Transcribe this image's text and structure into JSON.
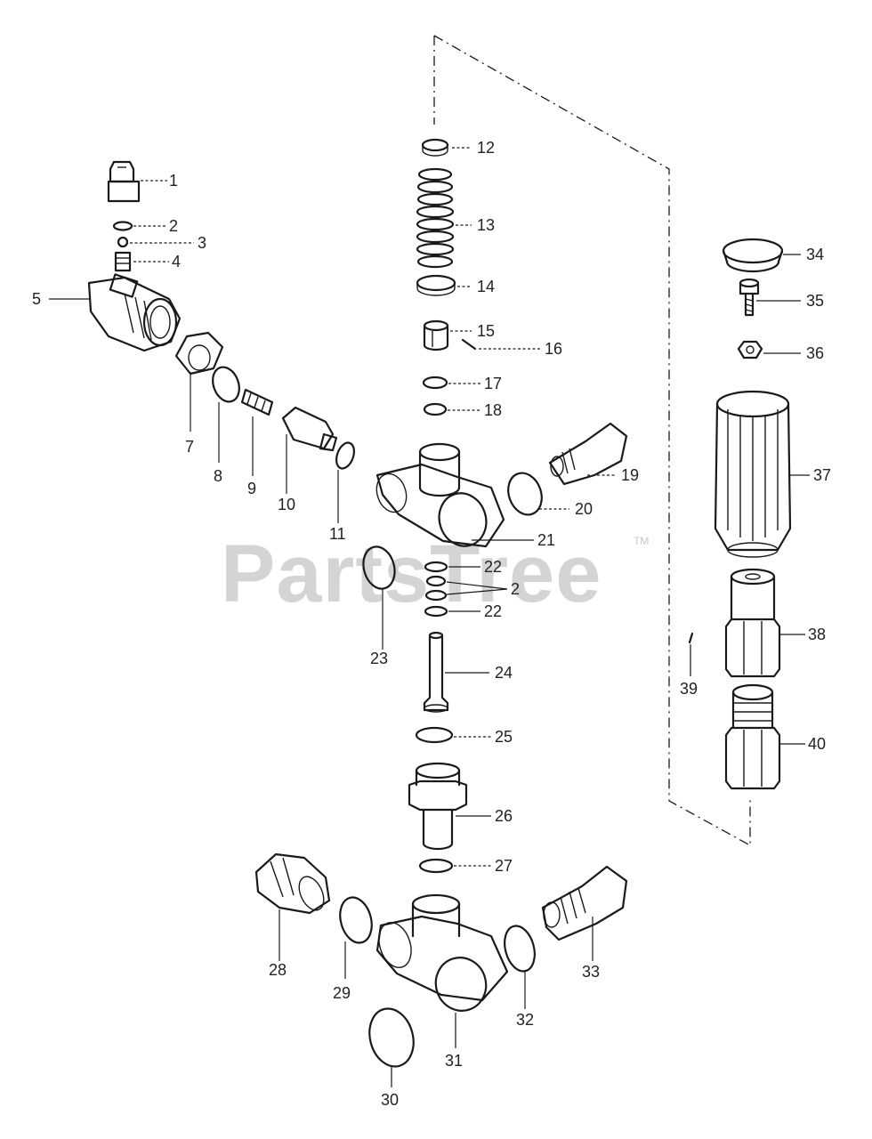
{
  "watermark": {
    "text": "PartsTree",
    "trademark": "TM"
  },
  "callouts": [
    "1",
    "2",
    "3",
    "4",
    "5",
    "7",
    "8",
    "9",
    "10",
    "11",
    "12",
    "13",
    "14",
    "15",
    "16",
    "17",
    "18",
    "19",
    "20",
    "21",
    "22",
    "2",
    "22",
    "23",
    "24",
    "25",
    "26",
    "27",
    "28",
    "29",
    "30",
    "31",
    "32",
    "33",
    "34",
    "35",
    "36",
    "37",
    "38",
    "39",
    "40"
  ]
}
